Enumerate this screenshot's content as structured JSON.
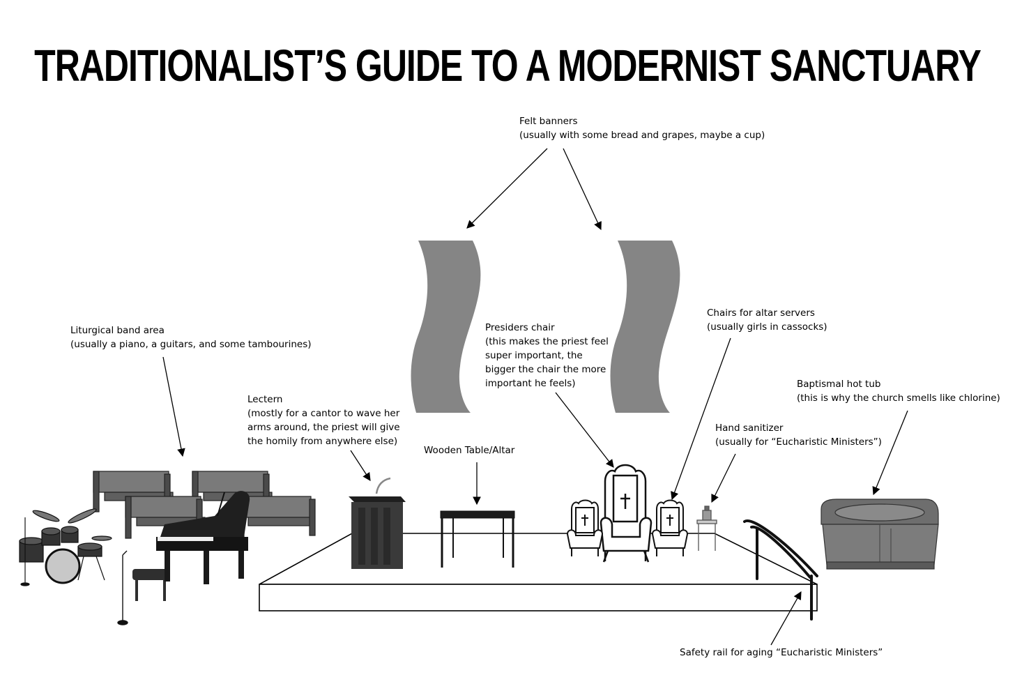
{
  "title": "TRADITIONALIST’S GUIDE TO A MODERNIST SANCTUARY",
  "labels": {
    "felt_banners": {
      "line1": "Felt banners",
      "line2": "(usually with some bread and grapes, maybe a cup)"
    },
    "band_area": {
      "line1": "Liturgical band area",
      "line2": "(usually a piano, a guitars, and some tambourines)"
    },
    "presiders_chair": {
      "line1": "Presiders chair",
      "line2": "(this makes the priest feel",
      "line3": "super important, the",
      "line4": "bigger the chair the more",
      "line5": "important he feels)"
    },
    "altar_servers": {
      "line1": "Chairs for altar servers",
      "line2": "(usually girls in cassocks)"
    },
    "hot_tub": {
      "line1": "Baptismal hot tub",
      "line2": "(this is why the church smells like chlorine)"
    },
    "lectern": {
      "line1": "Lectern",
      "line2": "(mostly for a cantor to wave her",
      "line3": "arms around, the priest will give",
      "line4": "the homily from anywhere else)"
    },
    "altar_table": {
      "line1": "Wooden Table/Altar"
    },
    "hand_sanitizer": {
      "line1": "Hand sanitizer",
      "line2": "(usually for “Eucharistic Ministers”)"
    },
    "safety_rail": {
      "line1": "Safety rail for aging “Eucharistic Ministers”"
    }
  },
  "colors": {
    "banner": "#858585",
    "dark": "#2f2f2f",
    "mid": "#6b6b6b",
    "light": "#bdbdbd"
  }
}
